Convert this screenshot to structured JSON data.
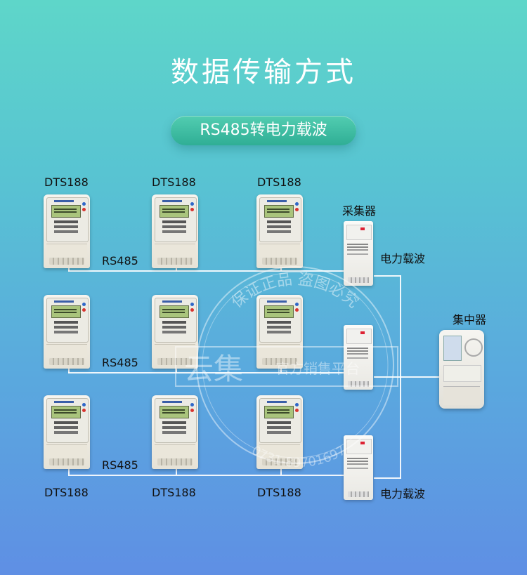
{
  "title": "数据传输方式",
  "subtitle": "RS485转电力载波",
  "meter_label": "DTS188",
  "rs485_label": "RS485",
  "collector_label": "采集器",
  "concentrator_label": "集中器",
  "carrier_label": "电力载波",
  "watermark": {
    "top_text": "保证正品 盗图必究",
    "brand": "云集",
    "brand_sub": "官方销售平台",
    "phone": "0731-89701697"
  }
}
